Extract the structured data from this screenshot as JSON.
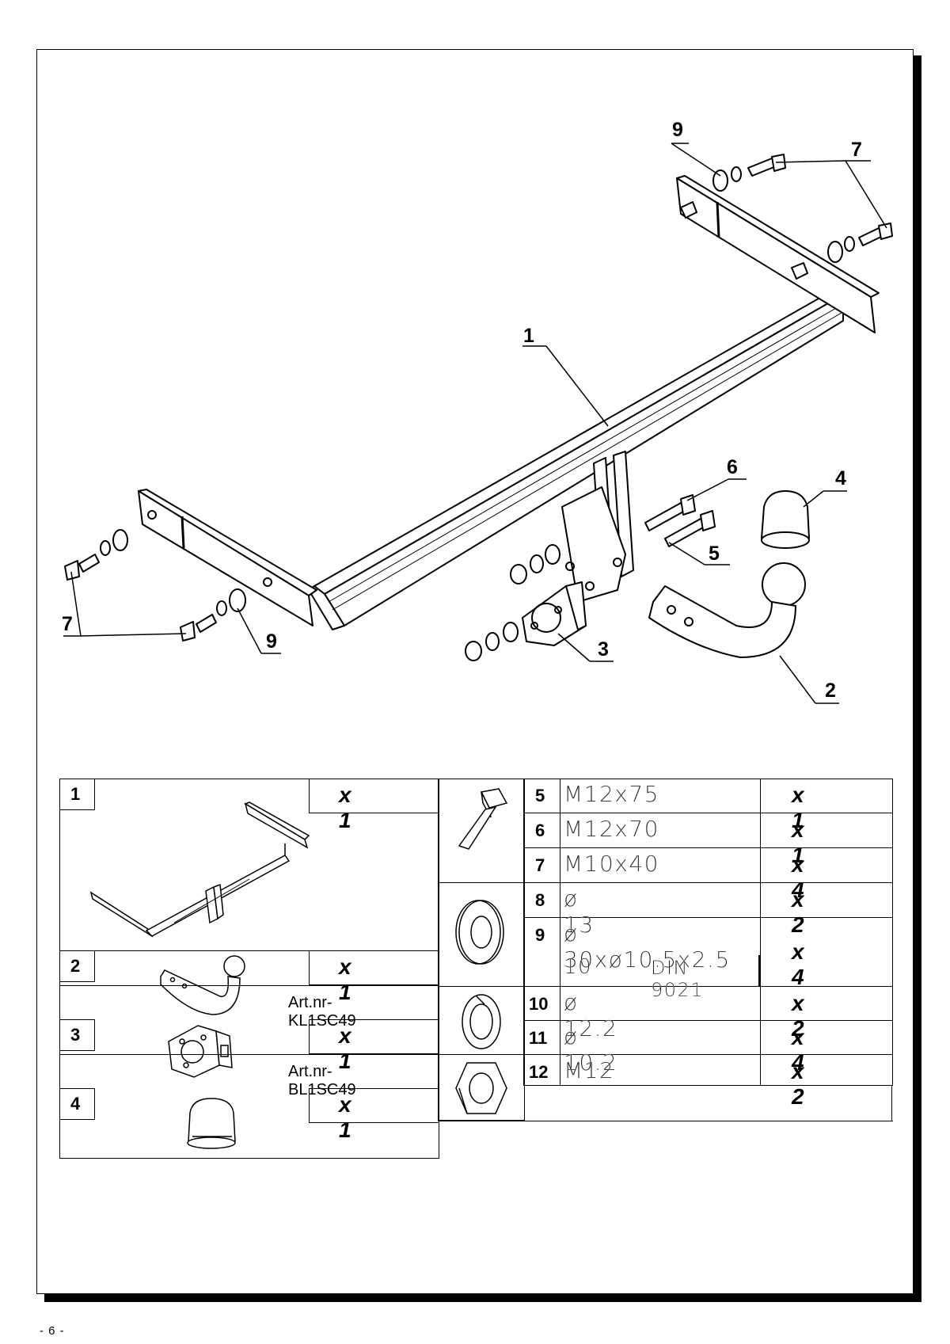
{
  "page_number": "- 6 -",
  "callouts": {
    "c1": "1",
    "c2": "2",
    "c3": "3",
    "c4": "4",
    "c5": "5",
    "c6": "6",
    "c7a": "7",
    "c7b": "7",
    "c9a": "9",
    "c9b": "9"
  },
  "parts_left": [
    {
      "num": "1",
      "qty": "x 1",
      "art": ""
    },
    {
      "num": "2",
      "qty": "x 1",
      "art": "Art.nr-KL1SC49"
    },
    {
      "num": "3",
      "qty": "x 1",
      "art": "Art.nr-BL1SC49"
    },
    {
      "num": "4",
      "qty": "x 1",
      "art": ""
    }
  ],
  "parts_right": [
    {
      "num": "5",
      "spec": "M12x75",
      "qty": "x 1"
    },
    {
      "num": "6",
      "spec": "M12x70",
      "qty": "x 1"
    },
    {
      "num": "7",
      "spec": "M10x40",
      "qty": "x 4"
    },
    {
      "num": "8",
      "spec": "ø 13",
      "qty": "x 2"
    },
    {
      "num": "9",
      "spec": "ø 30xø10.5x2.5",
      "spec2a": "10",
      "spec2b": "DIN 9021",
      "qty": "x 4"
    },
    {
      "num": "10",
      "spec": "ø 12.2",
      "qty": "x 2"
    },
    {
      "num": "11",
      "spec": "ø 10.2",
      "qty": "x 4"
    },
    {
      "num": "12",
      "spec": "M12",
      "qty": "x 2"
    }
  ]
}
